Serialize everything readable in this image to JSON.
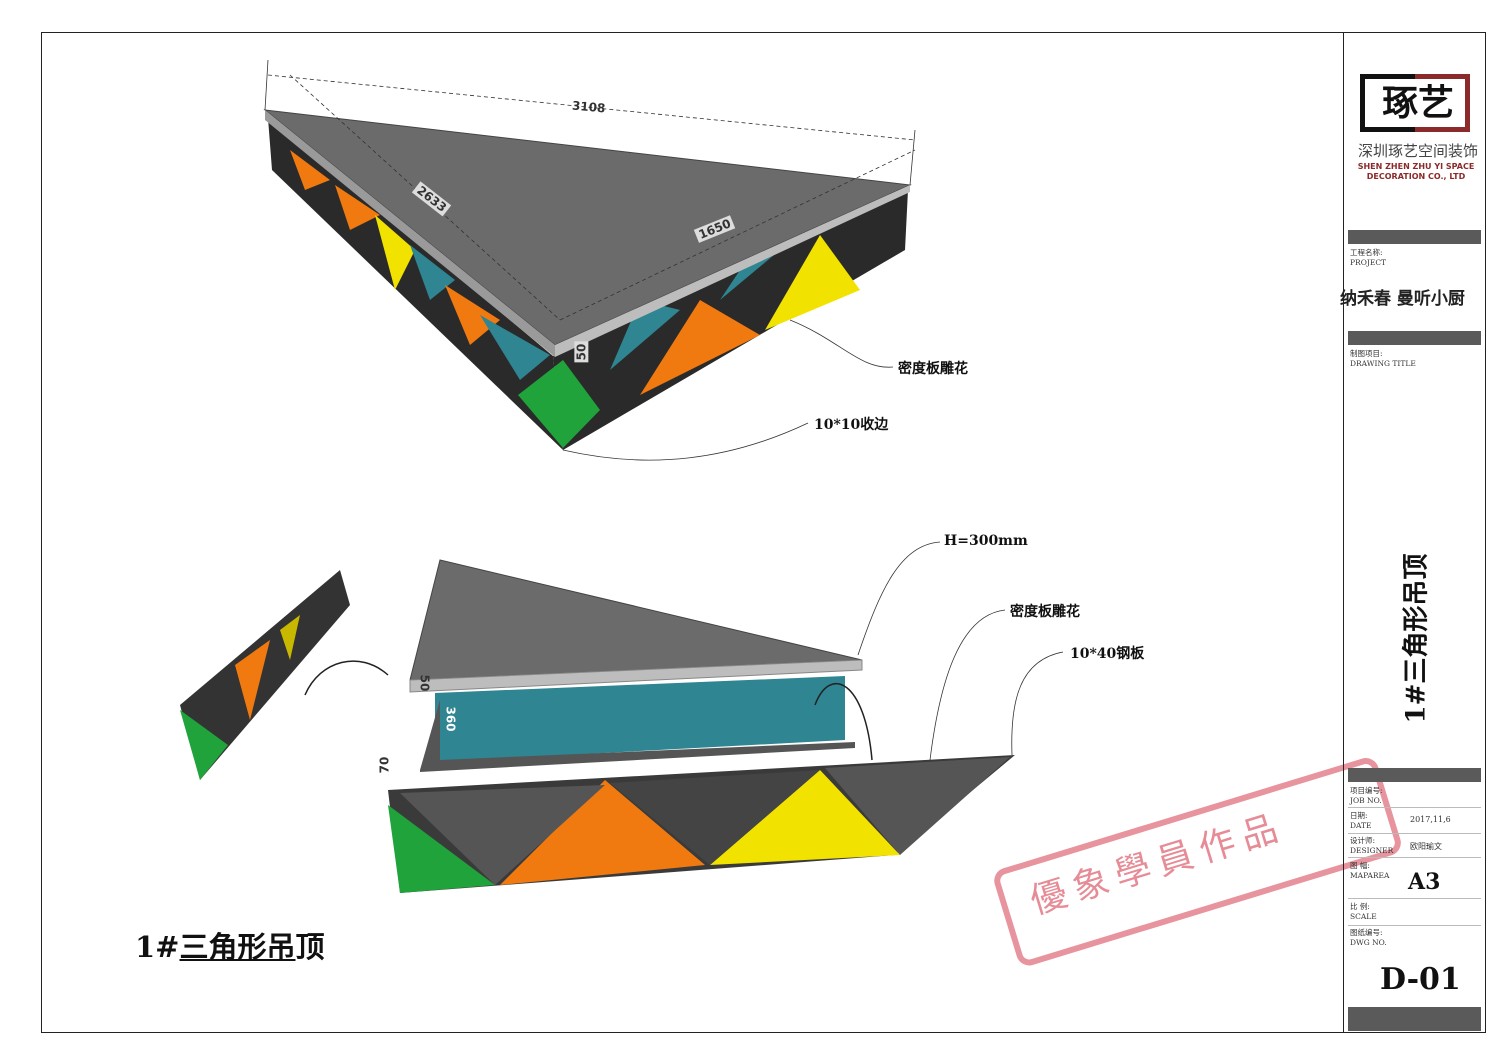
{
  "drawing": {
    "top_view": {
      "dim_long": "3108",
      "dim_left": "2633",
      "dim_right": "1650",
      "dim_thickness": "50",
      "note_carving": "密度板雕花",
      "note_edge": "10*10收边"
    },
    "exploded_view": {
      "note_height": "H=300mm",
      "note_carving": "密度板雕花",
      "note_steel": "10*40钢板",
      "dim_top": "50",
      "dim_mid": "360",
      "dim_bottom": "70"
    },
    "title_prefix": "1#",
    "title_main": "三角形吊",
    "title_suffix": "顶"
  },
  "stamp": {
    "text": "優象學員作品",
    "color": "#e0707e"
  },
  "title_block": {
    "logo_text": "琢艺",
    "company_cn": "深圳琢艺空间装饰",
    "company_en": "SHEN ZHEN ZHU YI SPACE DECORATION CO., LTD",
    "project_label_cn": "工程名称:",
    "project_label_en": "PROJECT",
    "project_name": "纳禾春 曼听小厨",
    "drawing_title_label_cn": "制图项目:",
    "drawing_title_label_en": "DRAWING TITLE",
    "drawing_title": "1#三角形吊顶",
    "job_label_cn": "项目编号:",
    "job_label_en": "JOB NO.",
    "date_label_cn": "日期:",
    "date_label_en": "DATE",
    "date_value": "2017,11,6",
    "designer_label_cn": "设计师:",
    "designer_label_en": "DESIGNER",
    "designer_value": "欧阳瑜文",
    "maparea_label_cn": "图 幅:",
    "maparea_label_en": "MAPAREA",
    "maparea_value": "A3",
    "scale_label_cn": "比 例:",
    "scale_label_en": "SCALE",
    "dwg_label_cn": "图纸编号:",
    "dwg_label_en": "DWG NO.",
    "dwg_value": "D-01"
  },
  "colors": {
    "panel_gray": "#6b6b6b",
    "teal": "#2f8591",
    "green": "#1fa33a",
    "orange": "#f07a10",
    "yellow": "#f2e200",
    "brand_red": "#8b2a2a"
  }
}
